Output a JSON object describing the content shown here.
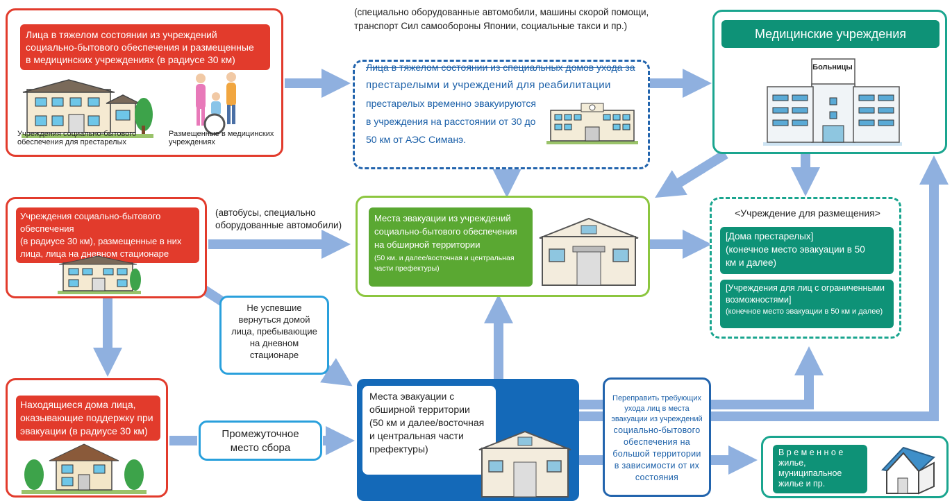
{
  "colors": {
    "arrow": "#8fb0df",
    "red": "#e23b2c",
    "green": "#5aa832",
    "teal": "#0e9277",
    "blue": "#1469b8"
  },
  "top_note": "(специально оборудованные автомобили, машины скорой помощи,\nтранспорт Сил самообороны Японии, социальные такси и пр.)",
  "box1": {
    "label": "Лица в тяжелом состоянии из учреждений\nсоциально-бытового обеспечения и размещенные\nв медицинских учреждениях (в радиусе 30 км)",
    "caption_left": "Учреждения социально-бытового\nобеспечения для престарелых",
    "caption_right": "Размещенные в медицинских\nучреждениях"
  },
  "box2": {
    "label": "Учреждения социально-бытового обеспечения\n(в радиусе 30 км), размещенные в них\nлица, лица на дневном стационаре"
  },
  "box3": {
    "label": "Находящиеся дома лица,\nоказывающие поддержку при\nэвакуации (в радиусе 30 км)"
  },
  "transport_note": "(автобусы, специально\nоборудованные автомобили)",
  "not_returned": "Не успевшие\nвернуться домой\nлица, пребывающие\nна дневном\nстационаре",
  "assembly_point": "Промежуточное\nместо сбора",
  "dashed_center": {
    "line1": "Лица в тяжелом состоянии из специальных домов ухода за",
    "line2": "престарелыми и учреждений для реабилитации",
    "line3": "престарелых временно эвакуируются",
    "line4": "в учреждения на расстоянии от 30 до",
    "line5": "50 км от АЭС Симанэ."
  },
  "wide_area_green": {
    "label": "Места эвакуации из учреждений\nсоциально-бытового обеспечения\nна обширной территории",
    "sub": "(50 км. и далее/восточная и центральная\nчасти префектуры)"
  },
  "wide_area_blue": {
    "label": "Места эвакуации с\nобширной территории\n(50 км и далее/восточная\nи центральная части\nпрефектуры)"
  },
  "transfer_note": {
    "a": "Переправить требующих\nухода лиц в места\nэвакуации из учреждений",
    "b": "социально-бытового\nобеспечения на\nбольшой территории\nв зависимости от их\nсостояния"
  },
  "medical": {
    "title": "Медицинские учреждения",
    "hospital": "Больницы"
  },
  "accommodation": {
    "title": "<Учреждение для размещения>",
    "item1": "[Дома престарелых]\n(конечное место эвакуации в 50\nкм и далее)",
    "item2a": "[Учреждения для лиц с ограниченными\nвозможностями]",
    "item2b": "(конечное место эвакуации в 50 км и далее)"
  },
  "temporary": "В р е м е н н о е\nжилье,\nмуниципальное\nжилье и пр."
}
